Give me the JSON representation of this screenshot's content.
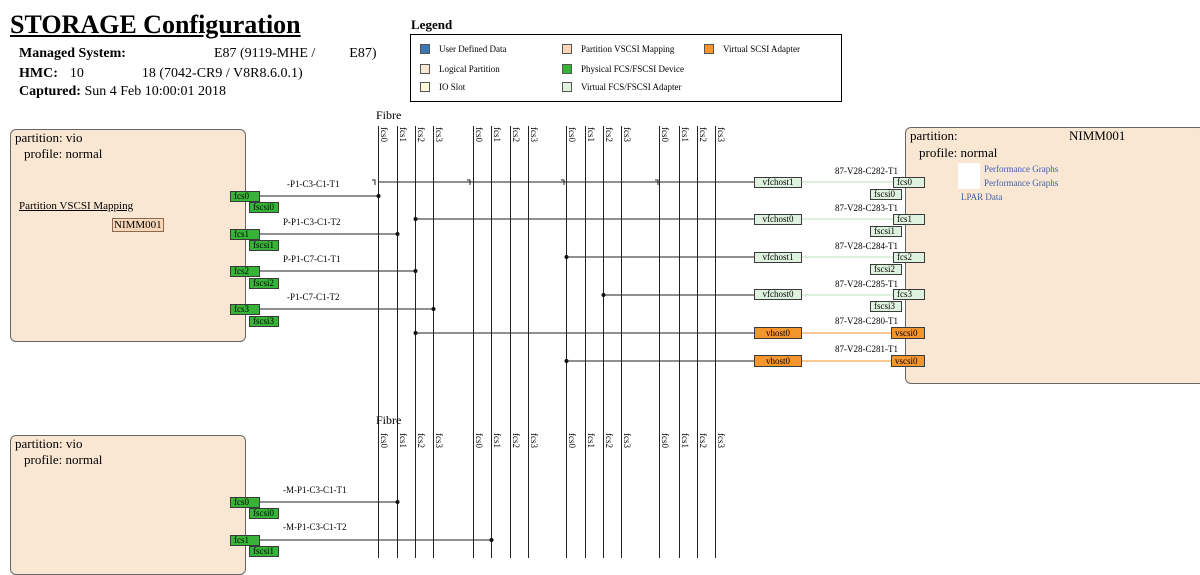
{
  "header": {
    "title": "STORAGE Configuration",
    "managed_system_label": "Managed System:",
    "managed_system_value_1": "E87 (9119-MHE /",
    "managed_system_value_2": "E87)",
    "hmc_label": "HMC:",
    "hmc_value_1": "10",
    "hmc_value_2": "18 (7042-CR9 / V8R8.6.0.1)",
    "captured_label": "Captured:",
    "captured_value": "Sun 4 Feb 10:00:01 2018"
  },
  "legend": {
    "title": "Legend",
    "items": [
      {
        "label": "User Defined Data",
        "color": "#3a77b3"
      },
      {
        "label": "Logical Partition",
        "color": "#f9e7d3"
      },
      {
        "label": "IO Slot",
        "color": "#fdf6d8"
      },
      {
        "label": "Partition VSCSI Mapping",
        "color": "#f8d6b8"
      },
      {
        "label": "Physical FCS/FSCSI Device",
        "color": "#37b437"
      },
      {
        "label": "Virtual FCS/FSCSI Adapter",
        "color": "#dff2df"
      },
      {
        "label": "Virtual SCSI Adapter",
        "color": "#f5952e"
      }
    ]
  },
  "fibre": {
    "label": "Fibre",
    "ports": [
      "fcs0",
      "fcs1",
      "fcs2",
      "fcs3",
      "fcs0",
      "fcs1",
      "fcs2",
      "fcs3",
      "fcs0",
      "fcs1",
      "fcs2",
      "fcs3",
      "fcs0",
      "fcs1",
      "fcs2",
      "fcs3"
    ]
  },
  "vio1": {
    "partition": "partition: vio",
    "profile": "profile: normal",
    "vscsi_mapping": "Partition VSCSI Mapping",
    "mapping_target": "NIMM001",
    "adapters": [
      {
        "fcs": "fcs0",
        "fscsi": "fscsi0",
        "location": "-P1-C3-C1-T1"
      },
      {
        "fcs": "fcs1",
        "fscsi": "fscsi1",
        "location": "P-P1-C3-C1-T2"
      },
      {
        "fcs": "fcs2",
        "fscsi": "fscsi2",
        "location": "P-P1-C7-C1-T1"
      },
      {
        "fcs": "fcs3",
        "fscsi": "fscsi3",
        "location": "-P1-C7-C1-T2"
      }
    ]
  },
  "vio2": {
    "partition": "partition: vio",
    "profile": "profile: normal",
    "adapters": [
      {
        "fcs": "fcs0",
        "fscsi": "fscsi0",
        "location": "-M-P1-C3-C1-T1"
      },
      {
        "fcs": "fcs1",
        "fscsi": "fscsi1",
        "location": "-M-P1-C3-C1-T2"
      }
    ]
  },
  "client": {
    "partition": "partition:",
    "name": "NIMM001",
    "profile": "profile: normal",
    "links": [
      "Performance Graphs",
      "Performance Graphs",
      "LPAR Data"
    ],
    "virtual": [
      {
        "host": "vfchost1",
        "location": "87-V28-C282-T1",
        "fcs": "fcs0",
        "fscsi": "fscsi0"
      },
      {
        "host": "vfchost0",
        "location": "87-V28-C283-T1",
        "fcs": "fcs1",
        "fscsi": "fscsi1"
      },
      {
        "host": "vfchost1",
        "location": "87-V28-C284-T1",
        "fcs": "fcs2",
        "fscsi": "fscsi2"
      },
      {
        "host": "vfchost0",
        "location": "87-V28-C285-T1",
        "fcs": "fcs3",
        "fscsi": "fscsi3"
      }
    ],
    "vscsi": [
      {
        "host": "vhost0",
        "location": "87-V28-C280-T1",
        "adapter": "vscsi0"
      },
      {
        "host": "vhost0",
        "location": "87-V28-C281-T1",
        "adapter": "vscsi0"
      }
    ]
  }
}
